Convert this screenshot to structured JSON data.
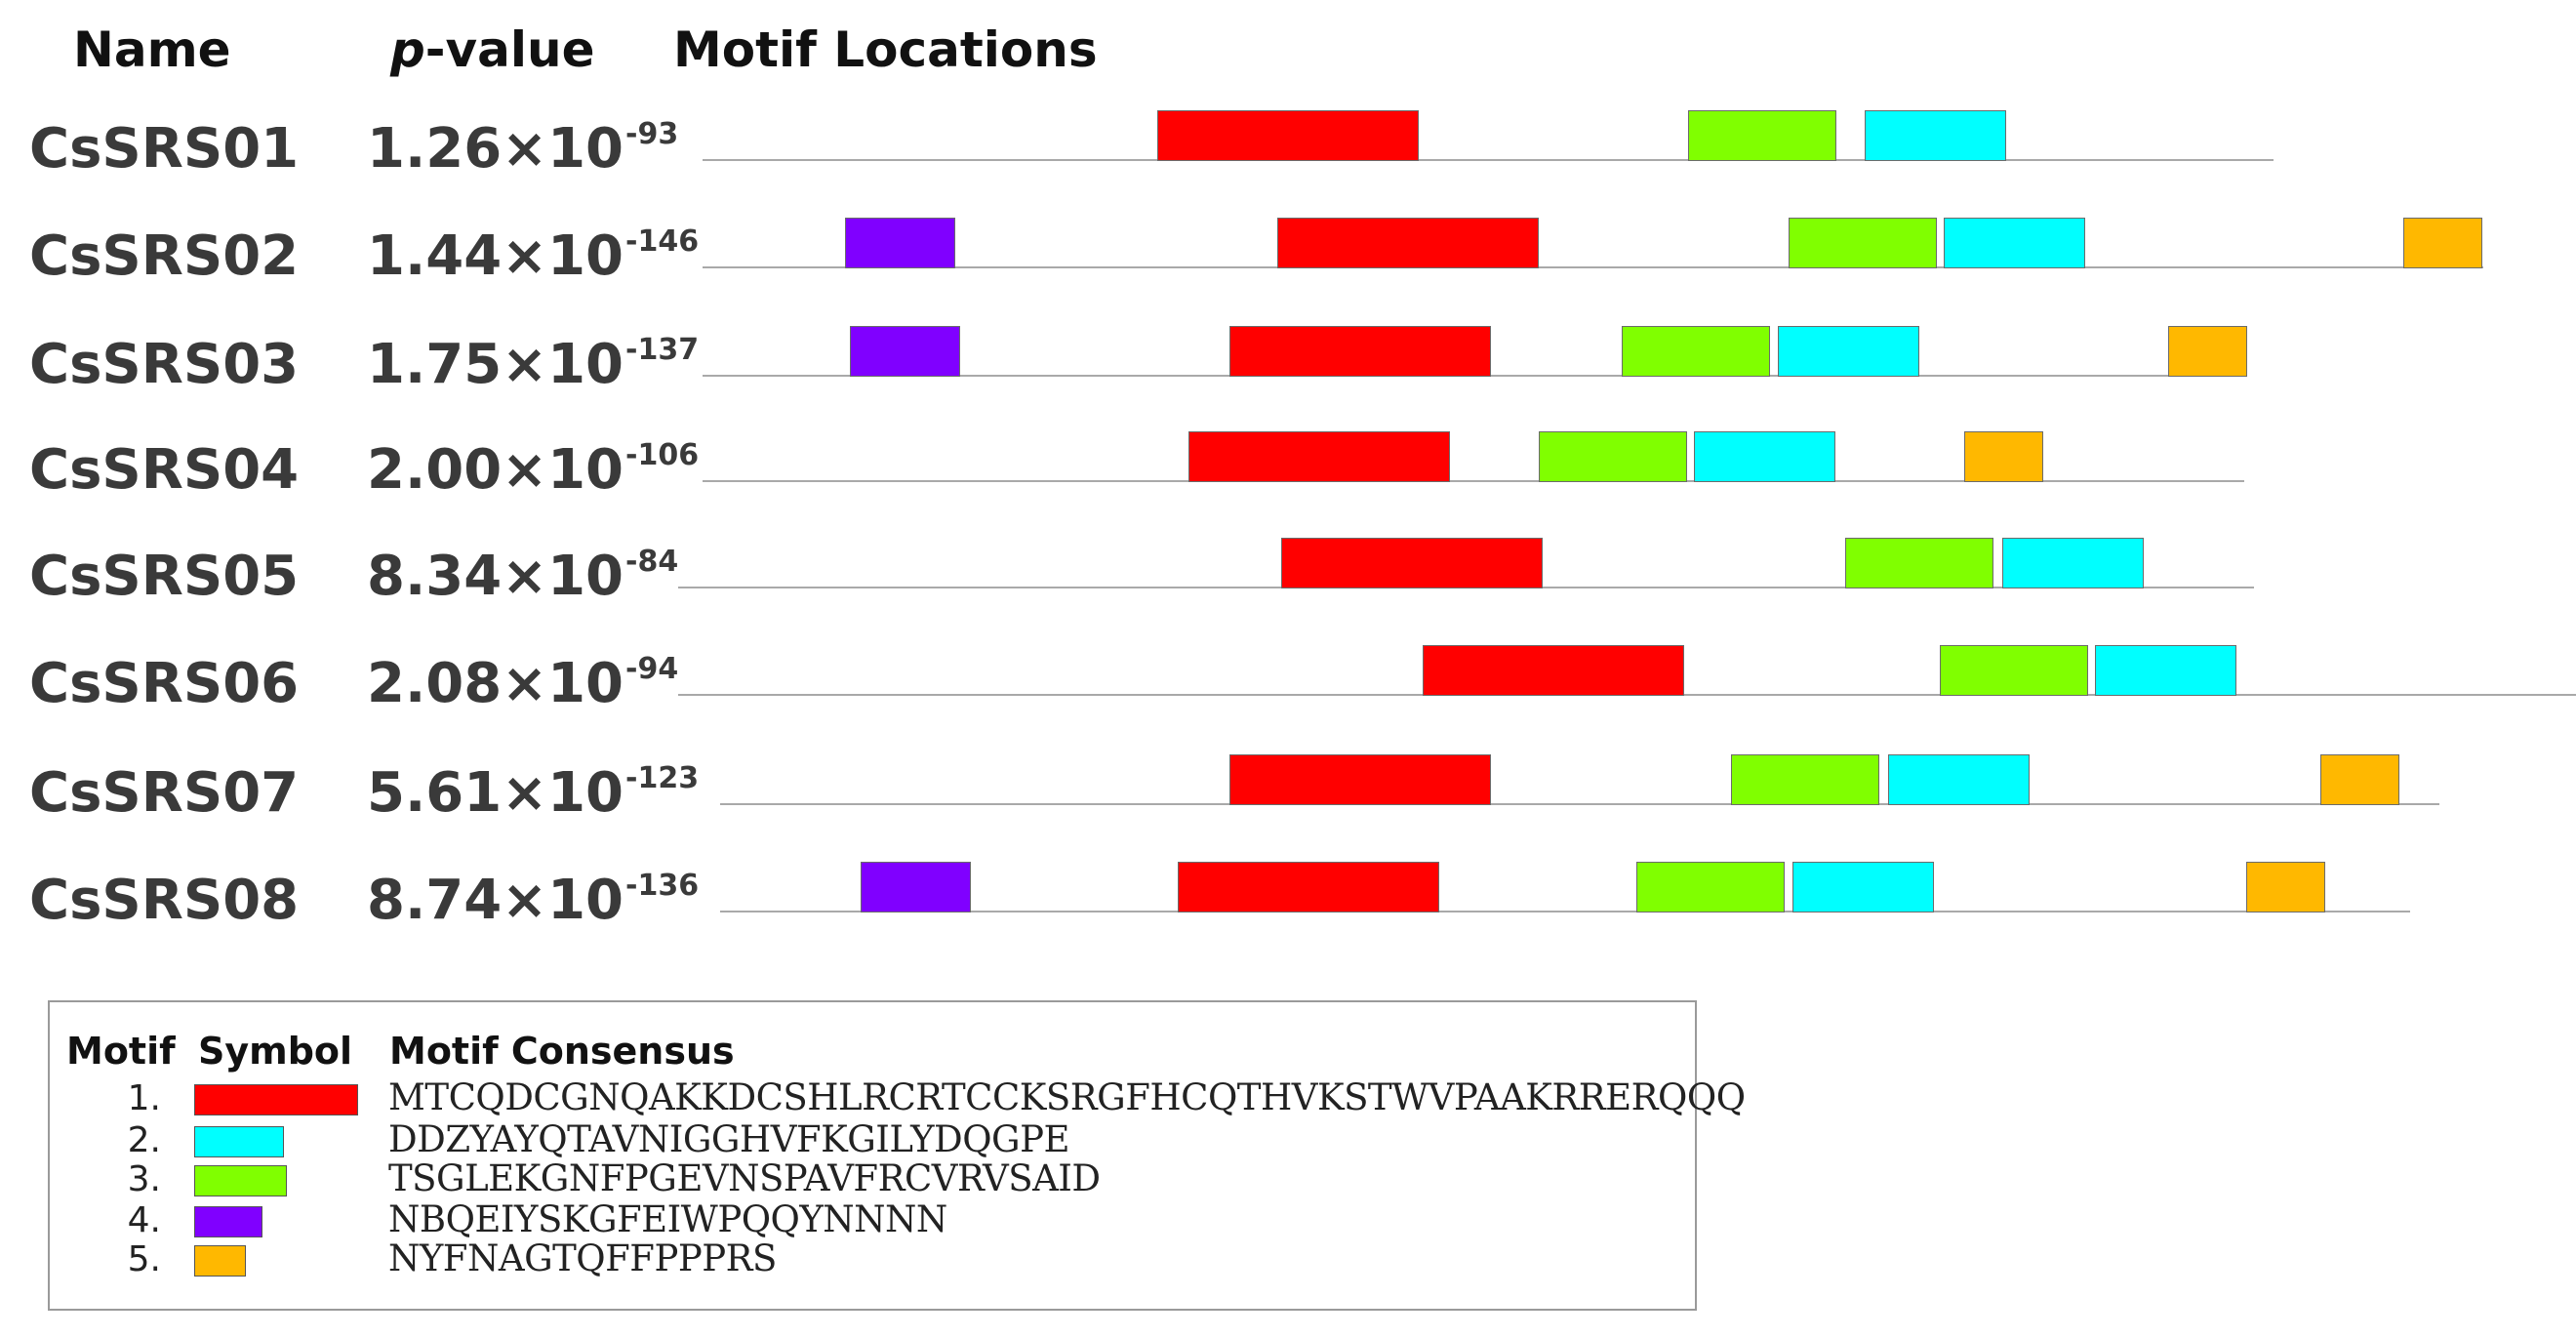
{
  "headers": {
    "name": "Name",
    "pvalue_prefix": "p",
    "pvalue_suffix": "-value",
    "locations": "Motif Locations"
  },
  "motif_colors": {
    "1": "#ff0000",
    "2": "#00ffff",
    "3": "#80ff00",
    "4": "#8000ff",
    "5": "#ffb800"
  },
  "sequences": [
    {
      "name": "CsSRS01",
      "pvalue_base": "1.26×10",
      "pvalue_exp": "-93",
      "motifs": [
        1,
        3,
        2
      ]
    },
    {
      "name": "CsSRS02",
      "pvalue_base": "1.44×10",
      "pvalue_exp": "-146",
      "motifs": [
        4,
        1,
        3,
        2,
        5
      ]
    },
    {
      "name": "CsSRS03",
      "pvalue_base": "1.75×10",
      "pvalue_exp": "-137",
      "motifs": [
        4,
        1,
        3,
        2,
        5
      ]
    },
    {
      "name": "CsSRS04",
      "pvalue_base": "2.00×10",
      "pvalue_exp": "-106",
      "motifs": [
        1,
        3,
        2,
        5
      ]
    },
    {
      "name": "CsSRS05",
      "pvalue_base": "8.34×10",
      "pvalue_exp": "-84",
      "motifs": [
        1,
        3,
        2
      ]
    },
    {
      "name": "CsSRS06",
      "pvalue_base": "2.08×10",
      "pvalue_exp": "-94",
      "motifs": [
        1,
        3,
        2
      ]
    },
    {
      "name": "CsSRS07",
      "pvalue_base": "5.61×10",
      "pvalue_exp": "-123",
      "motifs": [
        1,
        3,
        2,
        5
      ]
    },
    {
      "name": "CsSRS08",
      "pvalue_base": "8.74×10",
      "pvalue_exp": "-136",
      "motifs": [
        4,
        1,
        3,
        2,
        5
      ]
    }
  ],
  "legend": {
    "headers": {
      "motif": "Motif",
      "symbol": "Symbol",
      "consensus": "Motif Consensus"
    },
    "items": [
      {
        "number": "1.",
        "motif": 1,
        "consensus": "MTCQDCGNQAKKDCSHLRCRTCCKSRGFHCQTHVKSTWVPAAKRRERQQQ"
      },
      {
        "number": "2.",
        "motif": 2,
        "consensus": "DDZYAYQTAVNIGGHVFKGILYDQGPE"
      },
      {
        "number": "3.",
        "motif": 3,
        "consensus": "TSGLEKGNFPGEVNSPAVFRCVRVSAID"
      },
      {
        "number": "4.",
        "motif": 4,
        "consensus": "NBQEIYSKGFEIWPQQYNNNN"
      },
      {
        "number": "5.",
        "motif": 5,
        "consensus": "NYFNAGTQFFPPPRS"
      }
    ]
  }
}
